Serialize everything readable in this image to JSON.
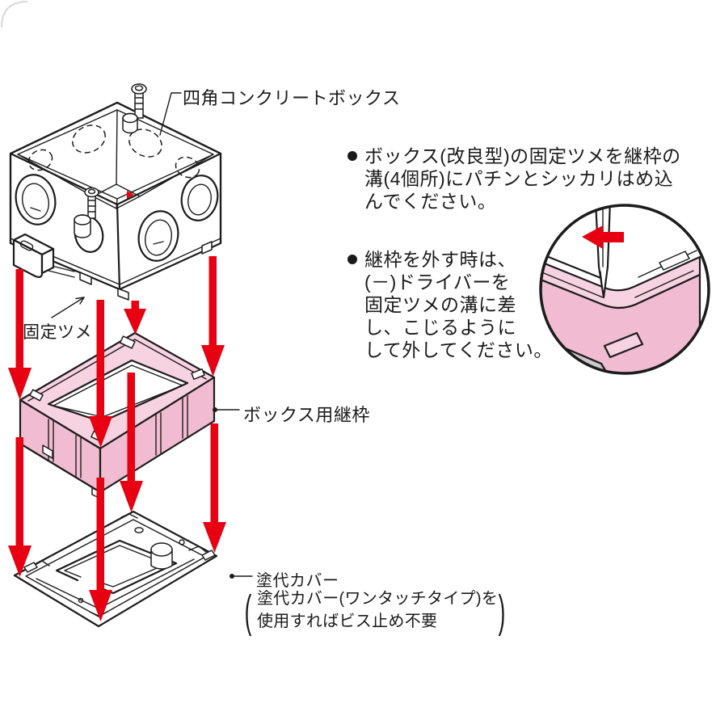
{
  "labels": {
    "box": "四角コンクリートボックス",
    "tab": "固定ツメ",
    "frame": "ボックス用継枠",
    "cover": "塗代カバー",
    "cover_note_line1": "塗代カバー(ワンタッチタイプ)を",
    "cover_note_line2": "使用すればビス止め不要",
    "paren_open": "(",
    "paren_close": ")"
  },
  "bullets": [
    {
      "lines": [
        "ボックス(改良型)の固定ツメを継枠の",
        "溝(4個所)にパチンとシッカリはめ込",
        "んでください。"
      ]
    },
    {
      "lines": [
        "継枠を外す時は、",
        "(－)ドライバーを",
        "固定ツメの溝に差",
        "し、こじるように",
        "して外してください。"
      ]
    }
  ],
  "colors": {
    "arrow_red": "#e60012",
    "frame_pink_top": "#f7d2e0",
    "frame_pink_side": "#f1bcd1",
    "line_black": "#1c1c1c",
    "shadow_gray": "#c9c9ca"
  }
}
